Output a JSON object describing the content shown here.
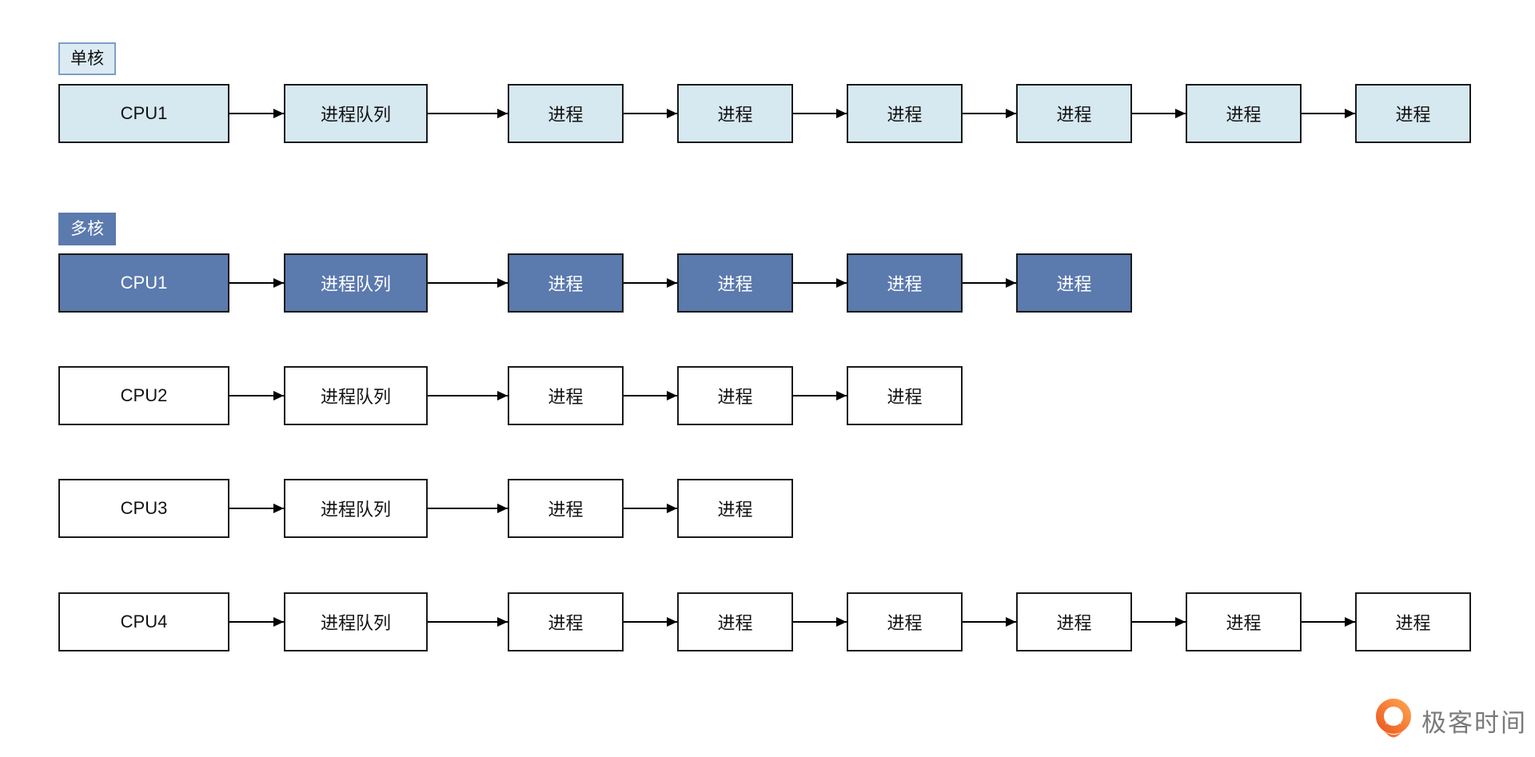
{
  "sections": [
    {
      "label": "单核",
      "style": "light",
      "rows": [
        {
          "style": "light",
          "nodes": [
            "CPU1",
            "进程队列",
            "进程",
            "进程",
            "进程",
            "进程",
            "进程",
            "进程"
          ]
        }
      ]
    },
    {
      "label": "多核",
      "style": "dark",
      "rows": [
        {
          "style": "dark",
          "nodes": [
            "CPU1",
            "进程队列",
            "进程",
            "进程",
            "进程",
            "进程"
          ]
        },
        {
          "style": "plain",
          "nodes": [
            "CPU2",
            "进程队列",
            "进程",
            "进程",
            "进程"
          ]
        },
        {
          "style": "plain",
          "nodes": [
            "CPU3",
            "进程队列",
            "进程",
            "进程"
          ]
        },
        {
          "style": "plain",
          "nodes": [
            "CPU4",
            "进程队列",
            "进程",
            "进程",
            "进程",
            "进程",
            "进程",
            "进程"
          ]
        }
      ]
    }
  ],
  "colors": {
    "light_fill": "#d6e8f0",
    "light_label_fill": "#dcebf3",
    "light_label_border": "#7e9ec7",
    "dark_fill": "#5b7aad",
    "plain_fill": "#ffffff",
    "border": "#1a1a1a",
    "arrow": "#000000",
    "logo_orange": "#f4791f",
    "logo_text_color": "#7a7a7a"
  },
  "logo": {
    "text": "极客时间",
    "icon": "geektime-logo-icon"
  }
}
